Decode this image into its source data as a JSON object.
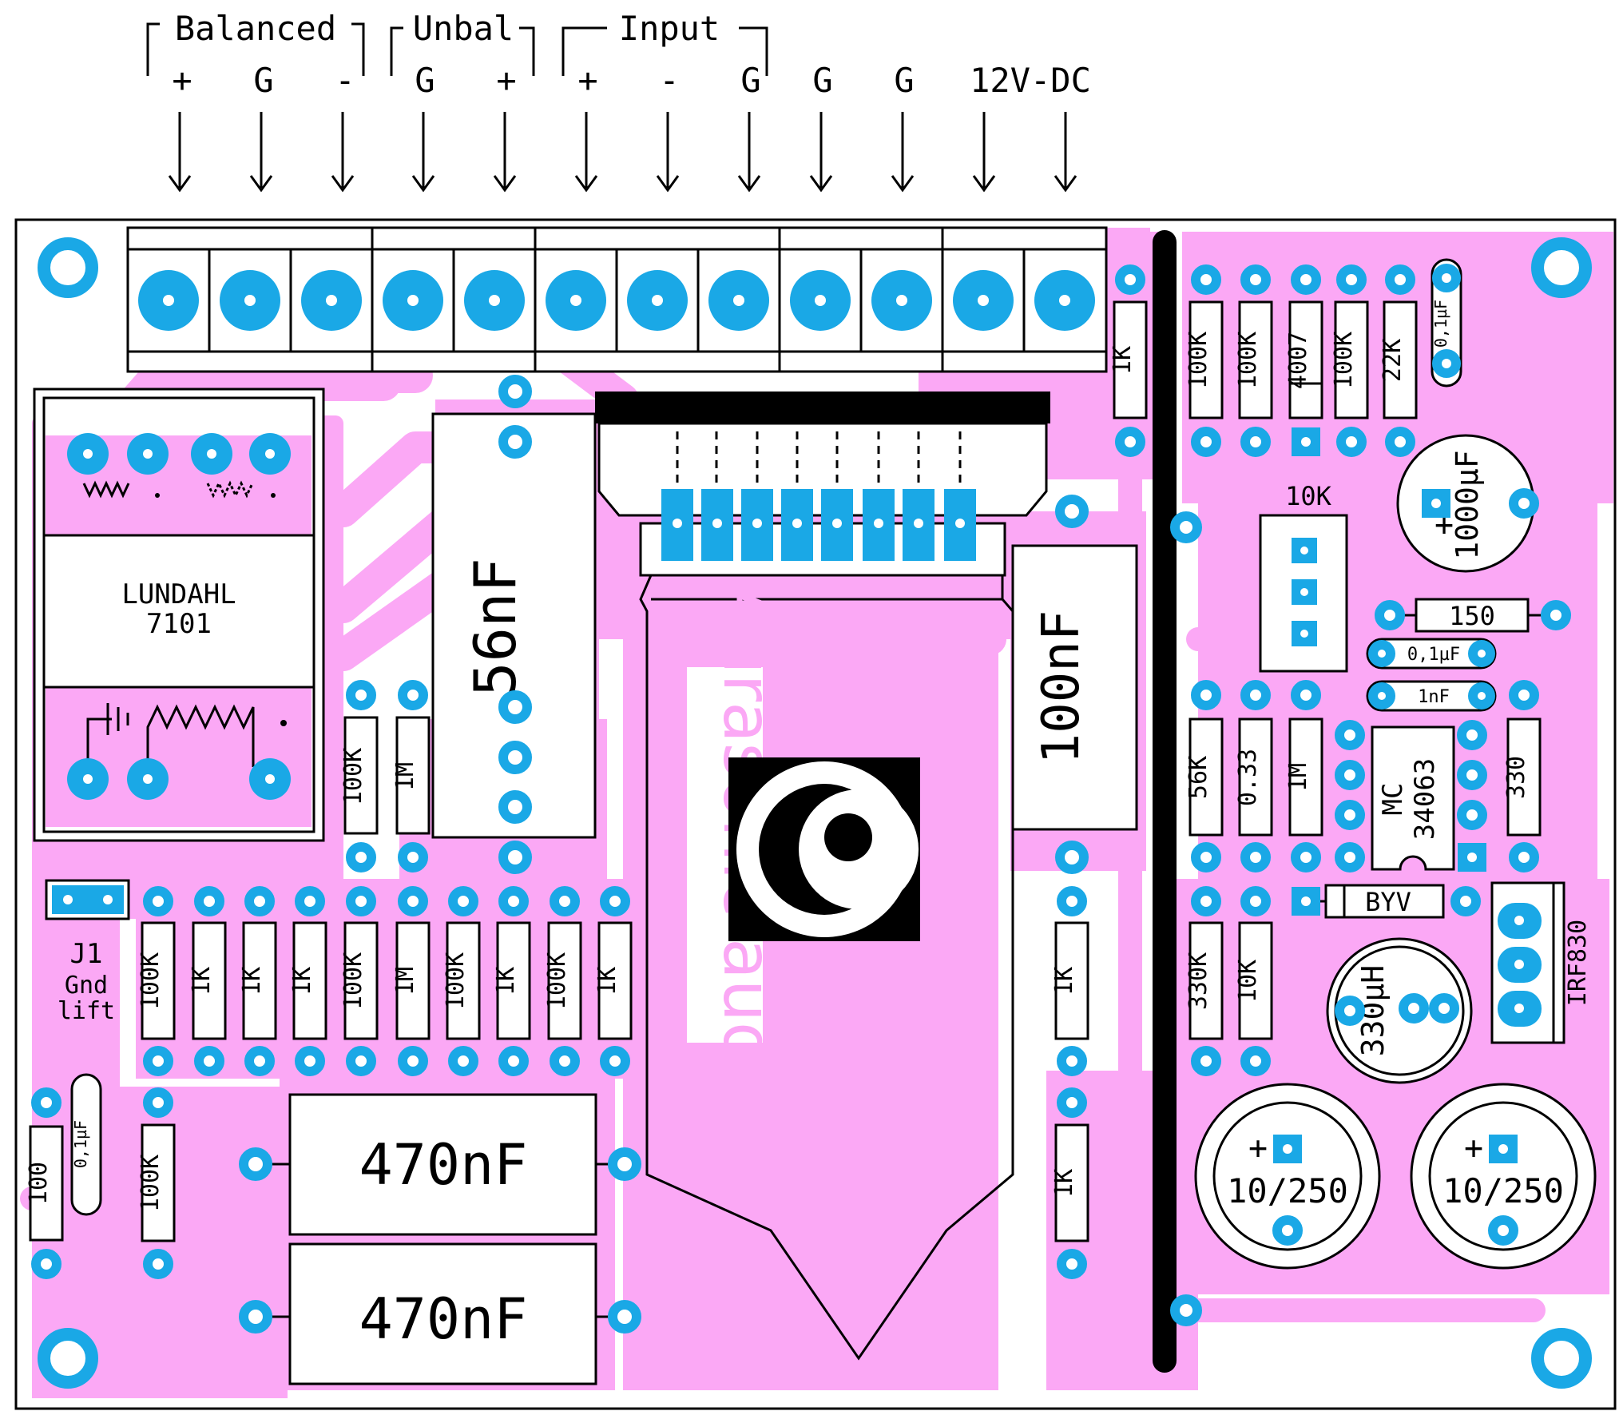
{
  "header": {
    "groups": [
      {
        "label": "Balanced"
      },
      {
        "label": "Unbal"
      },
      {
        "label": "Input"
      }
    ],
    "terminals": [
      "+",
      "G",
      "-",
      "G",
      "+",
      "+",
      "-",
      "G",
      "G",
      "G",
      "12V-DC",
      ""
    ]
  },
  "transformer": {
    "line1": "LUNDAHL",
    "line2": "7101"
  },
  "jumper": {
    "name": "J1",
    "line1": "Gnd",
    "line2": "lift"
  },
  "components": {
    "r_1k_top": "1K",
    "r_top": [
      "100K",
      "100K",
      "4007",
      "100K",
      "22K"
    ],
    "cap_top_small": "0,1µF",
    "cap_1000": "1000µF",
    "trim_10k": "10K",
    "r_150": "150",
    "cap_01_mid": "0,1µF",
    "cap_1nF": "1nF",
    "cap_56": "56nF",
    "cap_100": "100nF",
    "r_mid_left": [
      "100K",
      "1M"
    ],
    "r_row": [
      "100K",
      "1K",
      "1K",
      "1K",
      "100K",
      "1M",
      "100K",
      "1K",
      "100K",
      "1K"
    ],
    "r_lower_left": "100K",
    "r_100": "100",
    "cap_01_left": "0,1µF",
    "cap_470_a": "470nF",
    "cap_470_b": "470nF",
    "r_1k_col": [
      "1K",
      "1K"
    ],
    "r_right_col": [
      "56K",
      "0.33",
      "1M",
      "330"
    ],
    "ic_line1": "MC",
    "ic_line2": "34063",
    "diode": "BYV",
    "r_330k": "330K",
    "r_10k": "10K",
    "inductor": "330µH",
    "mosfet": "IRF830",
    "cap_10_250_a": "10/250",
    "cap_10_250_b": "10/250"
  },
  "brand": "Aurasonic audio",
  "colors": {
    "board": "#fba8f5",
    "pad": "#1aa8e6",
    "silk": "#000000"
  }
}
